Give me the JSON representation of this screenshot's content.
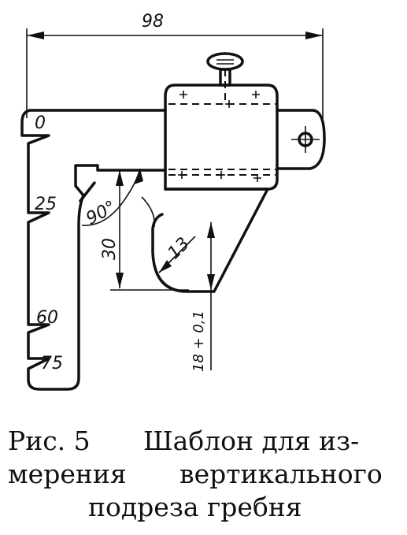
{
  "figure": {
    "dimensions": {
      "overall_width": "98",
      "angle": "90°",
      "height_30": "30",
      "radius_13": "13",
      "height_18": "18 + 0,1"
    },
    "scale_marks": [
      "0",
      "25",
      "60",
      "75"
    ]
  },
  "caption": {
    "line1_left": "Рис. 5",
    "line1_right": "Шаблон для из-",
    "line2_left": "мерения",
    "line2_right": "вертикального",
    "line3": "подреза гребня"
  }
}
